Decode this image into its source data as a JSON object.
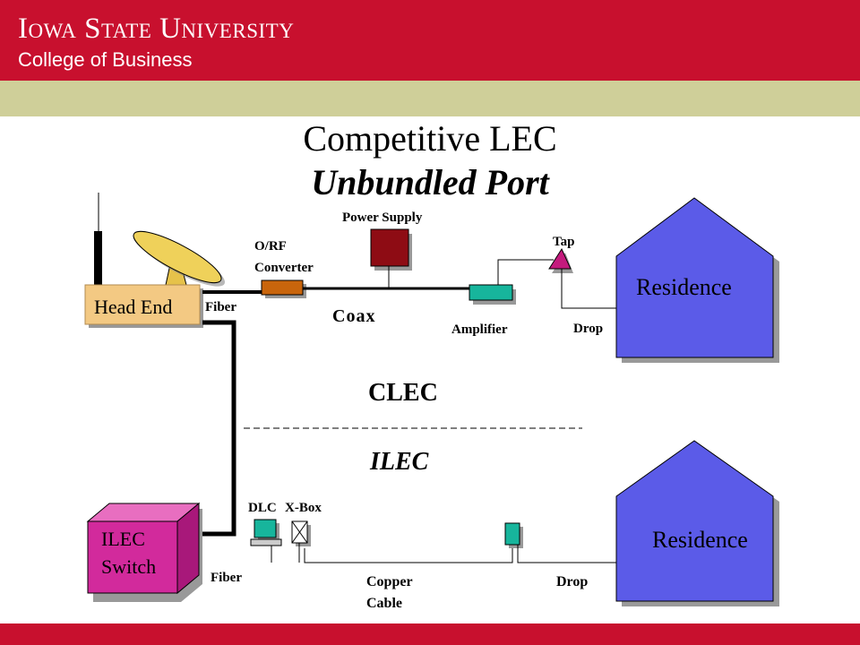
{
  "header": {
    "university": "Iowa State University",
    "college": "College of Business"
  },
  "slide": {
    "title": "Competitive LEC",
    "subtitle": "Unbundled Port"
  },
  "diagram": {
    "head_end": "Head End",
    "power_supply": "Power Supply",
    "converter_line1": "O/RF",
    "converter_line2": "Converter",
    "tap": "Tap",
    "coax": "Coax",
    "amplifier": "Amplifier",
    "drop_top": "Drop",
    "fiber_top": "Fiber",
    "residence_top": "Residence",
    "clec": "CLEC",
    "ilec": "ILEC",
    "dlc": "DLC",
    "xbox": "X-Box",
    "ilec_switch_line1": "ILEC",
    "ilec_switch_line2": "Switch",
    "fiber_bottom": "Fiber",
    "copper_line1": "Copper",
    "copper_line2": "Cable",
    "drop_bottom": "Drop",
    "residence_bottom": "Residence"
  },
  "colors": {
    "header_red": "#c8102e",
    "band_tan": "#cfcf99",
    "residence_blue": "#5a5ae6",
    "head_end_tan": "#f0c87a",
    "switch_magenta": "#d22a9c",
    "power_supply_red": "#8b0b12",
    "amplifier_teal": "#14b49a",
    "converter_brown": "#c0600a",
    "tap_magenta": "#c21a7a"
  }
}
